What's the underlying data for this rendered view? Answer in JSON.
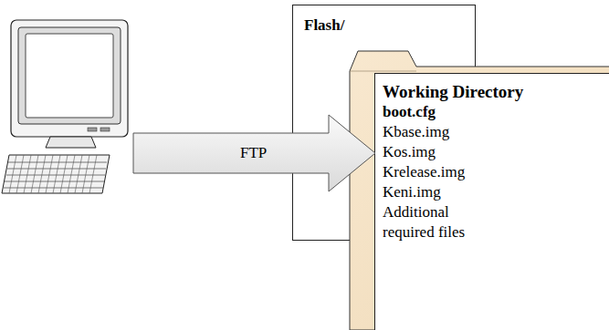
{
  "diagram": {
    "nodes": [
      {
        "text": [
          "Flash/"
        ]
      },
      {
        "text": [
          "Working Directory",
          "boot.cfg",
          "Kbase.img",
          "Kos.img",
          "Krelease.img",
          "Keni.img",
          "Additional required files"
        ],
        "in": 0
      }
    ],
    "labels": [
      "FTP"
    ]
  }
}
